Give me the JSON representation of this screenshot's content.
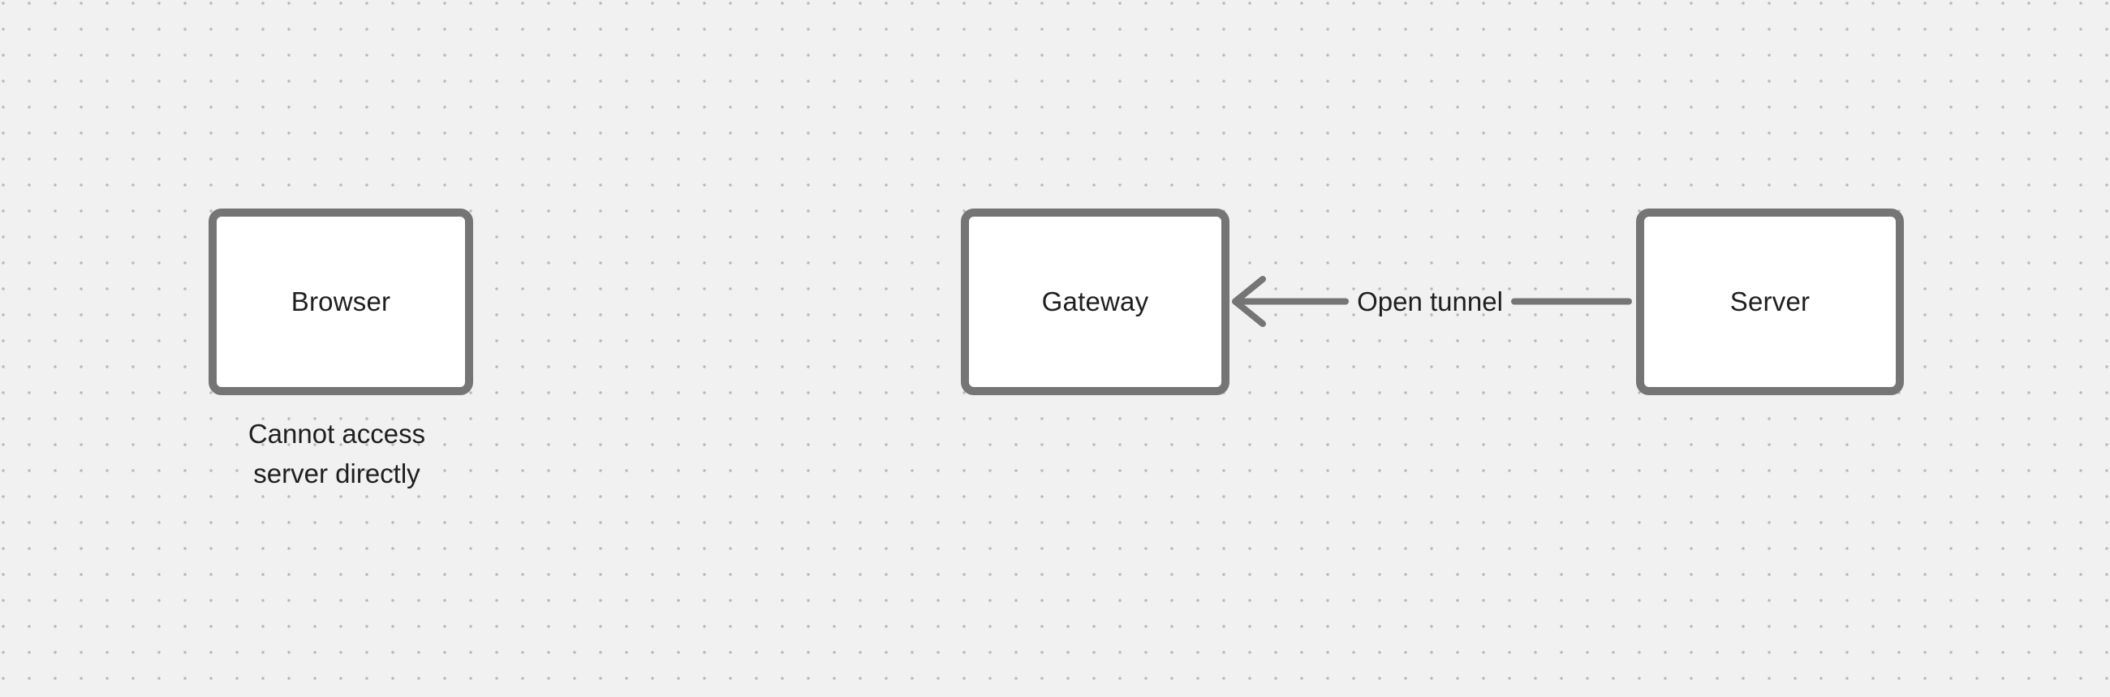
{
  "canvas": {
    "background_color": "#f1f1f1",
    "dot_color": "#b9b9b9"
  },
  "diagram": {
    "nodes": [
      {
        "id": "browser",
        "label": "Browser"
      },
      {
        "id": "gateway",
        "label": "Gateway"
      },
      {
        "id": "server",
        "label": "Server"
      }
    ],
    "edge": {
      "from": "server",
      "to": "gateway",
      "label": "Open tunnel"
    },
    "note": {
      "text": "Cannot access server directly"
    },
    "colors": {
      "node_border": "#757575",
      "node_fill": "#ffffff",
      "text": "#1f1f1f",
      "arrow": "#757575"
    }
  }
}
